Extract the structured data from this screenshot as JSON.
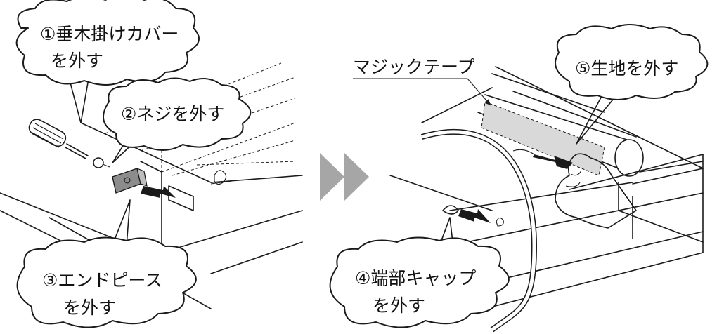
{
  "callouts": {
    "step1_line1": "①垂木掛けカバー",
    "step1_line2": "を外す",
    "step2": "②ネジを外す",
    "step3_line1": "③エンドピース",
    "step3_line2": "を外す",
    "step4_line1": "④端部キャップ",
    "step4_line2": "を外す",
    "step5": "⑤生地を外す",
    "velcro_label": "マジックテープ"
  },
  "colors": {
    "line": "#1a1a1a",
    "arrow_fill": "#1a1a1a",
    "divider_arrow": "#a6a6a6",
    "part_gray": "#8c8c8c",
    "velcro_fill": "#d9d9d9"
  },
  "icons": {
    "divider": "double-chevron-right",
    "tool": "screwdriver"
  }
}
